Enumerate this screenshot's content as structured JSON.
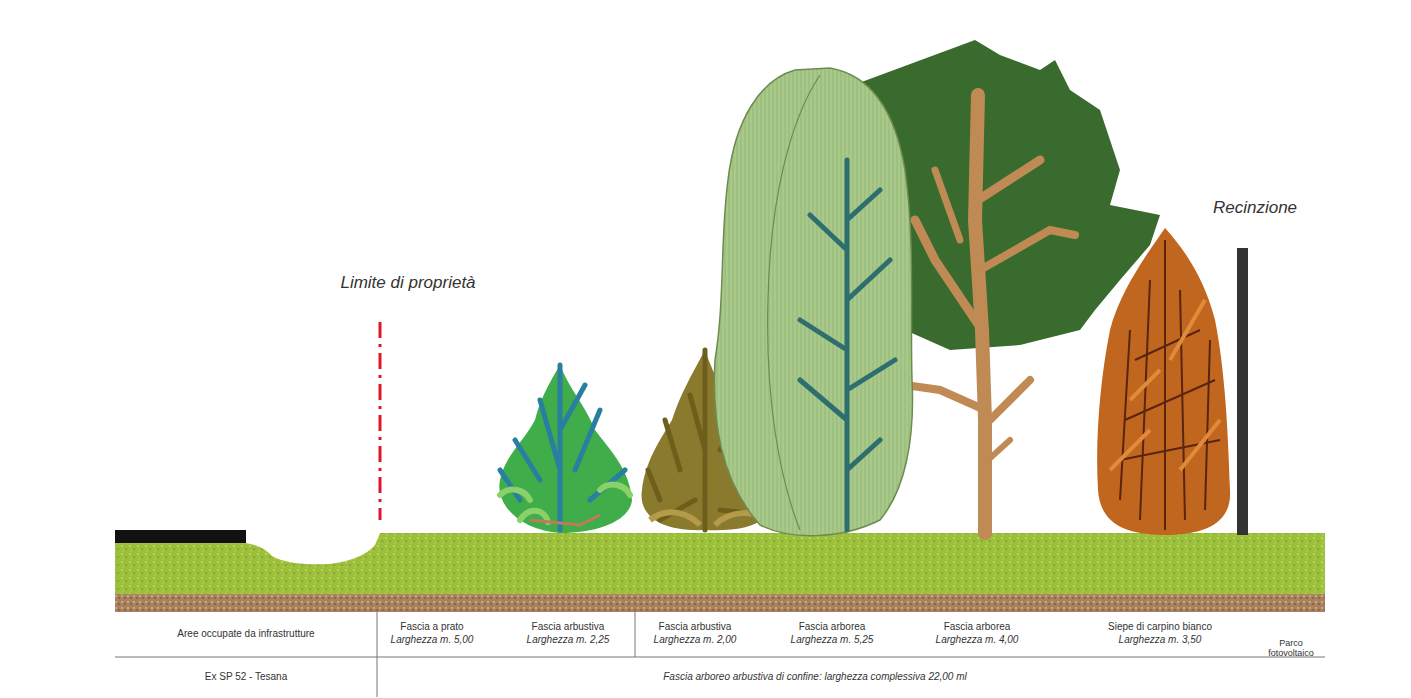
{
  "diagram": {
    "labels": [
      "Limite di proprietà",
      "Recinzione",
      "Aree occupate da infrastrutture",
      "Fascia a prato",
      "Larghezza m. 5,00",
      "Fascia arbustiva",
      "Larghezza m. 2,25",
      "Fascia arbustiva",
      "Larghezza m. 2,00",
      "Fascia arborea",
      "Larghezza m. 5,25",
      "Fascia arborea",
      "Larghezza m. 4,00",
      "Siepe di carpino bianco",
      "Larghezza m. 3,50",
      "Parco fotovoltaico",
      "Ex SP 52 - Tesana",
      "Fascia arboreo arbustiva di confine: larghezza complessiva 22,00 ml"
    ]
  }
}
